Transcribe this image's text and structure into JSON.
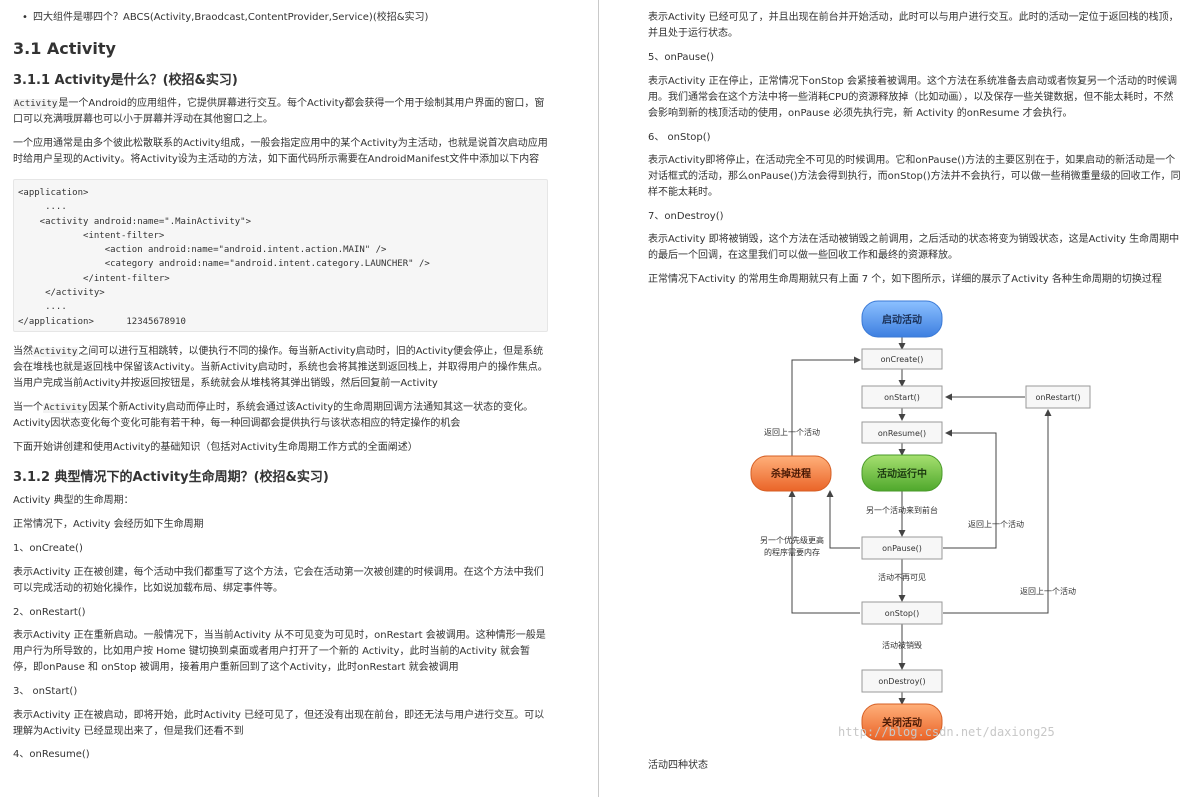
{
  "left": {
    "bullet": "四大组件是哪四个？ABCS(Activity,Braodcast,ContentProvider,Service)(校招&实习)",
    "h2": "3.1 Activity",
    "h3_1": "3.1.1 Activity是什么？(校招&实习)",
    "p1_code": "Activity",
    "p1": "是一个Android的应用组件，它提供屏幕进行交互。每个Activity都会获得一个用于绘制其用户界面的窗口，窗口可以充满哦屏幕也可以小于屏幕并浮动在其他窗口之上。",
    "p2": "一个应用通常是由多个彼此松散联系的Activity组成，一般会指定应用中的某个Activity为主活动，也就是说首次启动应用时给用户呈现的Activity。将Activity设为主活动的方法，如下面代码所示需要在AndroidManifest文件中添加以下内容",
    "code": "<application>\n     ....\n    <activity android:name=\".MainActivity\">\n            <intent-filter>\n                <action android:name=\"android.intent.action.MAIN\" />\n                <category android:name=\"android.intent.category.LAUNCHER\" />\n            </intent-filter>\n     </activity>\n     ....\n</application>      12345678910",
    "p3_pre": "当然",
    "p3_code": "Activity",
    "p3": "之间可以进行互相跳转，以便执行不同的操作。每当新Activity启动时，旧的Activity便会停止，但是系统会在堆栈也就是返回栈中保留该Activity。当新Activity启动时，系统也会将其推送到返回栈上，并取得用户的操作焦点。当用户完成当前Activity并按返回按钮是，系统就会从堆栈将其弹出销毁，然后回复前一Activity",
    "p4_pre": "当一个",
    "p4_code": "Activity",
    "p4": "因某个新Activity启动而停止时，系统会通过该Activity的生命周期回调方法通知其这一状态的变化。Activity因状态变化每个变化可能有若干种，每一种回调都会提供执行与该状态相应的特定操作的机会",
    "p5": "下面开始讲创建和使用Activity的基础知识（包括对Activity生命周期工作方式的全面阐述）",
    "h3_2": "3.1.2 典型情况下的Activity生命周期？(校招&实习)",
    "p6": "Activity 典型的生命周期：",
    "p7": "正常情况下，Activity 会经历如下生命周期",
    "s1": "1、onCreate()",
    "s1t": "表示Activity 正在被创建，每个活动中我们都重写了这个方法，它会在活动第一次被创建的时候调用。在这个方法中我们可以完成活动的初始化操作，比如说加载布局、绑定事件等。",
    "s2": "2、onRestart()",
    "s2t": "表示Activity 正在重新启动。一般情况下，当当前Activity 从不可见变为可见时，onRestart 会被调用。这种情形一般是用户行为所导致的，比如用户按 Home 键切换到桌面或者用户打开了一个新的 Activity，此时当前的Activity 就会暂停，即onPause 和 onStop 被调用，接着用户重新回到了这个Activity，此时onRestart 就会被调用",
    "s3": "3、 onStart()",
    "s3t": "表示Activity 正在被启动，即将开始，此时Activity 已经可见了，但还没有出现在前台，即还无法与用户进行交互。可以理解为Activity 已经显现出来了，但是我们还看不到",
    "s4": "4、onResume()"
  },
  "right": {
    "r1": "表示Activity 已经可见了，并且出现在前台并开始活动，此时可以与用户进行交互。此时的活动一定位于返回栈的栈顶，并且处于运行状态。",
    "r2": "5、onPause()",
    "r3": "表示Activity 正在停止，正常情况下onStop 会紧接着被调用。这个方法在系统准备去启动或者恢复另一个活动的时候调用。我们通常会在这个方法中将一些消耗CPU的资源释放掉（比如动画），以及保存一些关键数据，但不能太耗时，不然会影响到新的栈顶活动的使用，onPause 必须先执行完，新 Activity 的onResume 才会执行。",
    "r4": "6、 onStop()",
    "r5": "表示Activity即将停止，在活动完全不可见的时候调用。它和onPause()方法的主要区别在于，如果启动的新活动是一个对话框式的活动，那么onPause()方法会得到执行，而onStop()方法并不会执行，可以做一些稍微重量级的回收工作，同样不能太耗时。",
    "r6": "7、onDestroy()",
    "r7": "表示Activity 即将被销毁，这个方法在活动被销毁之前调用，之后活动的状态将变为销毁状态，这是Activity 生命周期中的最后一个回调，在这里我们可以做一些回收工作和最终的资源释放。",
    "r8": "正常情况下Activity 的常用生命周期就只有上面 7 个，如下图所示，详细的展示了Activity 各种生命周期的切换过程",
    "caption": "活动四种状态"
  },
  "diagram": {
    "start": "启动活动",
    "oncreate": "onCreate()",
    "onstart": "onStart()",
    "onrestart": "onRestart()",
    "onresume": "onResume()",
    "running": "活动运行中",
    "kill": "杀掉进程",
    "onpause": "onPause()",
    "onstop": "onStop()",
    "ondestroy": "onDestroy()",
    "end": "关闭活动",
    "back1": "返回上一个活动",
    "back2": "返回上一个活动",
    "back3": "返回上一个活动",
    "new_front": "另一个活动来到前台",
    "priority1": "另一个优先级更高",
    "priority2": "的程序需要内存",
    "invisible": "活动不再可见",
    "destroyed": "活动被销毁",
    "colors": {
      "blue": "#4d8fe6",
      "green": "#5fb83a",
      "orange": "#f0753a",
      "box": "#f7f7f7",
      "line": "#444444"
    }
  },
  "watermark": "http://blog.csdn.net/daxiong25"
}
